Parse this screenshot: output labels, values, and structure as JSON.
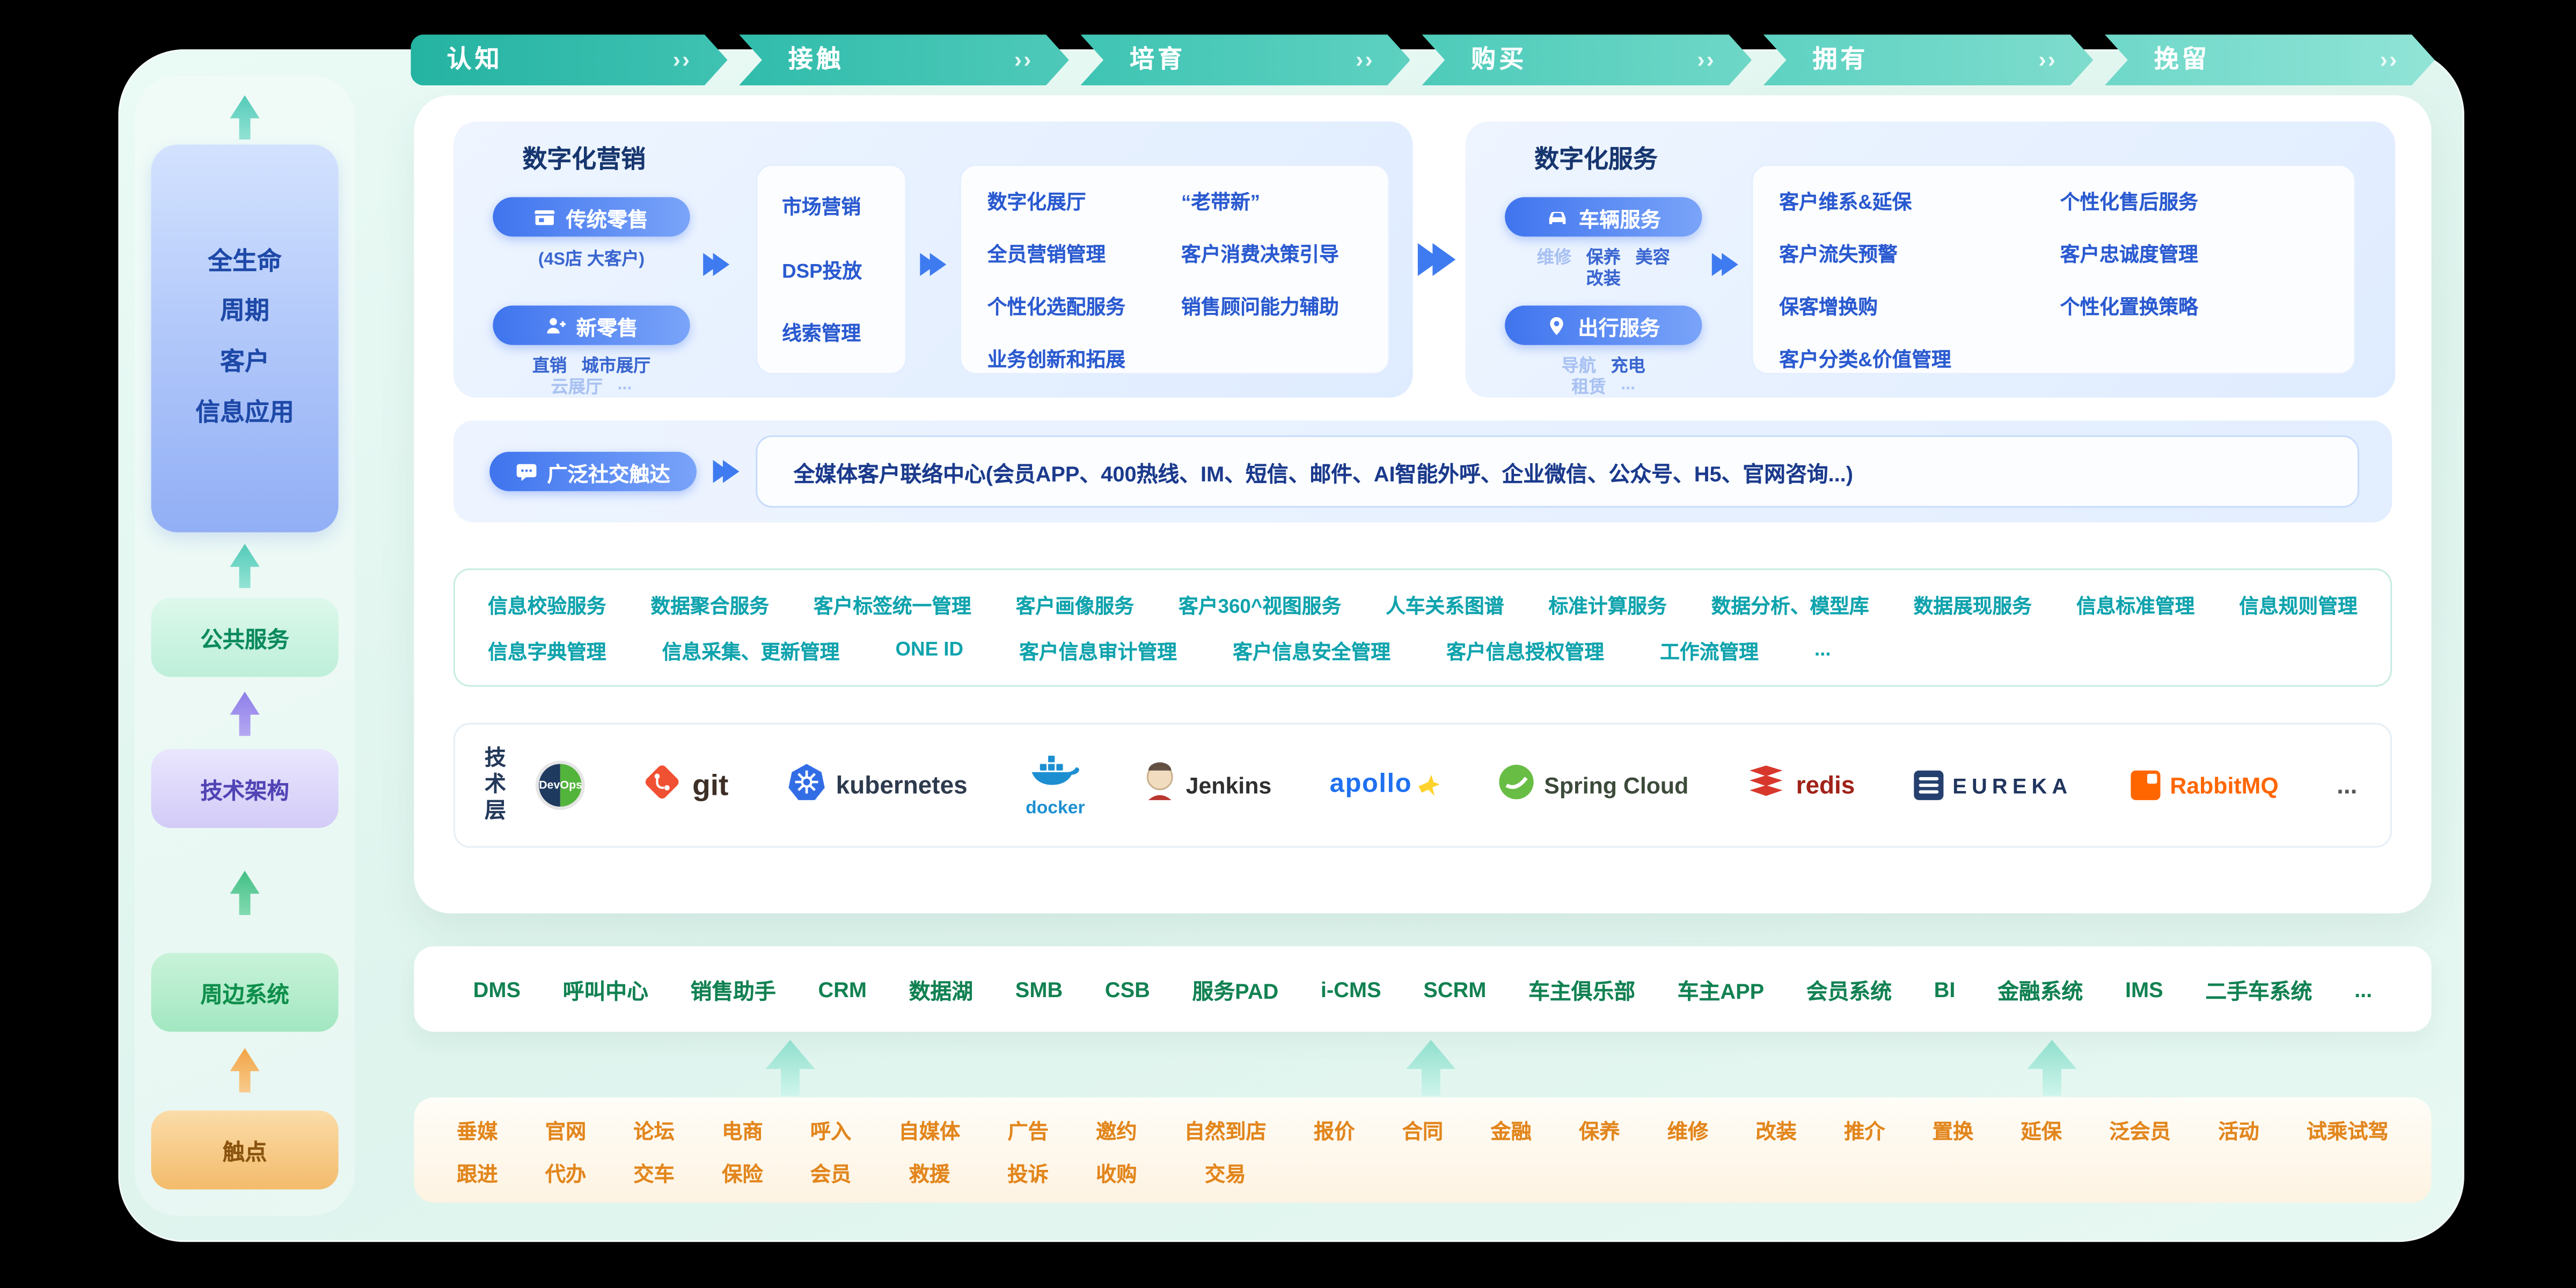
{
  "stages": [
    "认知",
    "接触",
    "培育",
    "购买",
    "拥有",
    "挽留"
  ],
  "icons": {
    "stage_chevron": "››"
  },
  "sidebar": {
    "lifecycle": "全生命\n周期\n客户\n信息应用",
    "public_services": "公共服务",
    "tech_architecture": "技术架构",
    "peripheral_systems": "周边系统",
    "touchpoints": "触点"
  },
  "marketing": {
    "title": "数字化营销",
    "traditional_retail": {
      "label": "传统零售",
      "sub": "(4S店  大客户)"
    },
    "new_retail": {
      "label": "新零售",
      "tags_line1": [
        {
          "text": "直销"
        },
        {
          "text": "城市展厅"
        }
      ],
      "tags_line2": [
        {
          "text": "云展厅",
          "muted": true
        },
        {
          "text": "...",
          "muted": true
        }
      ]
    },
    "process_box": [
      "市场营销",
      "DSP投放",
      "线索管理"
    ],
    "mgmt_box": {
      "left": [
        "数字化展厅",
        "全员营销管理",
        "个性化选配服务",
        "业务创新和拓展"
      ],
      "right": [
        "“老带新”",
        "客户消费决策引导",
        "销售顾问能力辅助"
      ]
    }
  },
  "services": {
    "title": "数字化服务",
    "vehicle": {
      "label": "车辆服务",
      "tags_line1": [
        {
          "text": "维修",
          "muted": true
        },
        {
          "text": "保养"
        },
        {
          "text": "美容"
        }
      ],
      "tags_line2": [
        {
          "text": "改装"
        }
      ]
    },
    "travel": {
      "label": "出行服务",
      "tags_line1": [
        {
          "text": "导航",
          "muted": true
        },
        {
          "text": "充电"
        }
      ],
      "tags_line2": [
        {
          "text": "租赁",
          "muted": true
        },
        {
          "text": "...",
          "muted": true
        }
      ]
    },
    "outcome_box": {
      "left": [
        "客户维系&延保",
        "客户流失预警",
        "保客增换购",
        "客户分类&价值管理"
      ],
      "right": [
        "个性化售后服务",
        "客户忠诚度管理",
        "个性化置换策略"
      ]
    }
  },
  "social": {
    "label": "广泛社交触达",
    "content": "全媒体客户联络中心(会员APP、400热线、IM、短信、邮件、AI智能外呼、企业微信、公众号、H5、官网咨询...)"
  },
  "public_services": {
    "row1": [
      "信息校验服务",
      "数据聚合服务",
      "客户标签统一管理",
      "客户画像服务",
      "客户360^视图服务",
      "人车关系图谱",
      "标准计算服务",
      "数据分析、模型库",
      "数据展现服务",
      "信息标准管理",
      "信息规则管理"
    ],
    "row2": [
      "信息字典管理",
      "信息采集、更新管理",
      "ONE ID",
      "客户信息审计管理",
      "客户信息安全管理",
      "客户信息授权管理",
      "工作流管理",
      "..."
    ]
  },
  "tech": {
    "label": "技术层",
    "devops": {
      "left": "Dev",
      "right": "Ops"
    },
    "logos": [
      "git",
      "kubernetes",
      "docker",
      "Jenkins",
      "apollo",
      "Spring Cloud",
      "redis",
      "EUREKA",
      "RabbitMQ"
    ],
    "more": "..."
  },
  "peripheral_systems": [
    "DMS",
    "呼叫中心",
    "销售助手",
    "CRM",
    "数据湖",
    "SMB",
    "CSB",
    "服务PAD",
    "i-CMS",
    "SCRM",
    "车主俱乐部",
    "车主APP",
    "会员系统",
    "BI",
    "金融系统",
    "IMS",
    "二手车系统",
    "..."
  ],
  "touchpoints": {
    "row1": [
      "垂媒",
      "官网",
      "论坛",
      "电商",
      "呼入",
      "自媒体",
      "广告",
      "邀约",
      "自然到店",
      "报价",
      "合同",
      "金融",
      "保养",
      "维修",
      "改装",
      "推介",
      "置换",
      "延保",
      "泛会员",
      "活动",
      "试乘试驾"
    ],
    "row2": [
      "跟进",
      "代办",
      "交车",
      "保险",
      "会员",
      "救援",
      "投诉",
      "收购",
      "交易"
    ]
  },
  "colors": {
    "stage_teal": "#3cc4b3",
    "primary_blue": "#3f74ee",
    "accent_teal": "#0fa3ad",
    "system_green": "#128152",
    "touch_orange": "#e2861d"
  }
}
